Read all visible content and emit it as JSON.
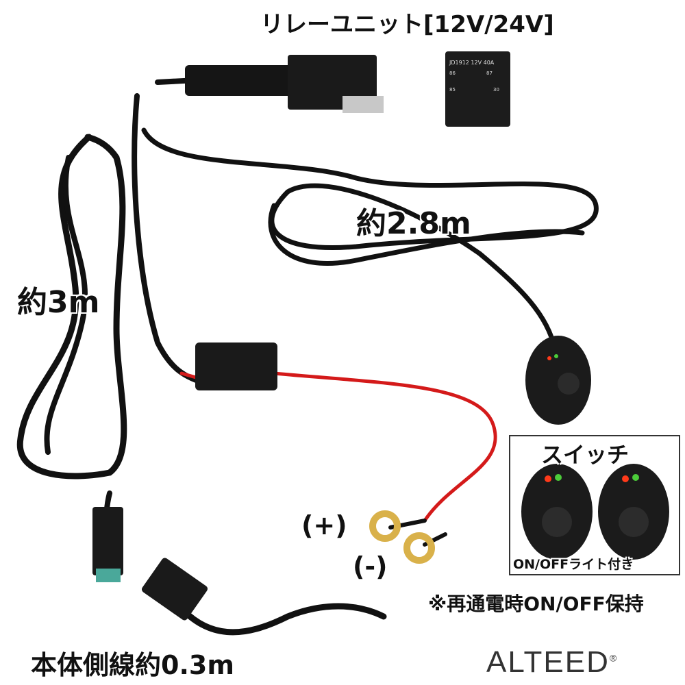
{
  "labels": {
    "relay_title": "リレーユニット[12V/24V]",
    "length_switch": "約2.8m",
    "length_main": "約3m",
    "plus": "(+)",
    "minus": "(-)",
    "switch_title": "スイッチ",
    "switch_caption": "ON/OFFライト付き",
    "note": "※再通電時ON/OFF保持",
    "body_side": "本体側線約0.3m"
  },
  "relay": {
    "text": "JD1912 12V 40A",
    "pins": [
      "86",
      "87",
      "85",
      "30"
    ]
  },
  "brand": {
    "name": "ALTEED",
    "mark": "®"
  },
  "colors": {
    "cable": "#111111",
    "red_wire": "#d41a1a",
    "terminal": "#d9b14a",
    "led_red": "#ff3a1a",
    "led_green": "#4ccc3a"
  }
}
